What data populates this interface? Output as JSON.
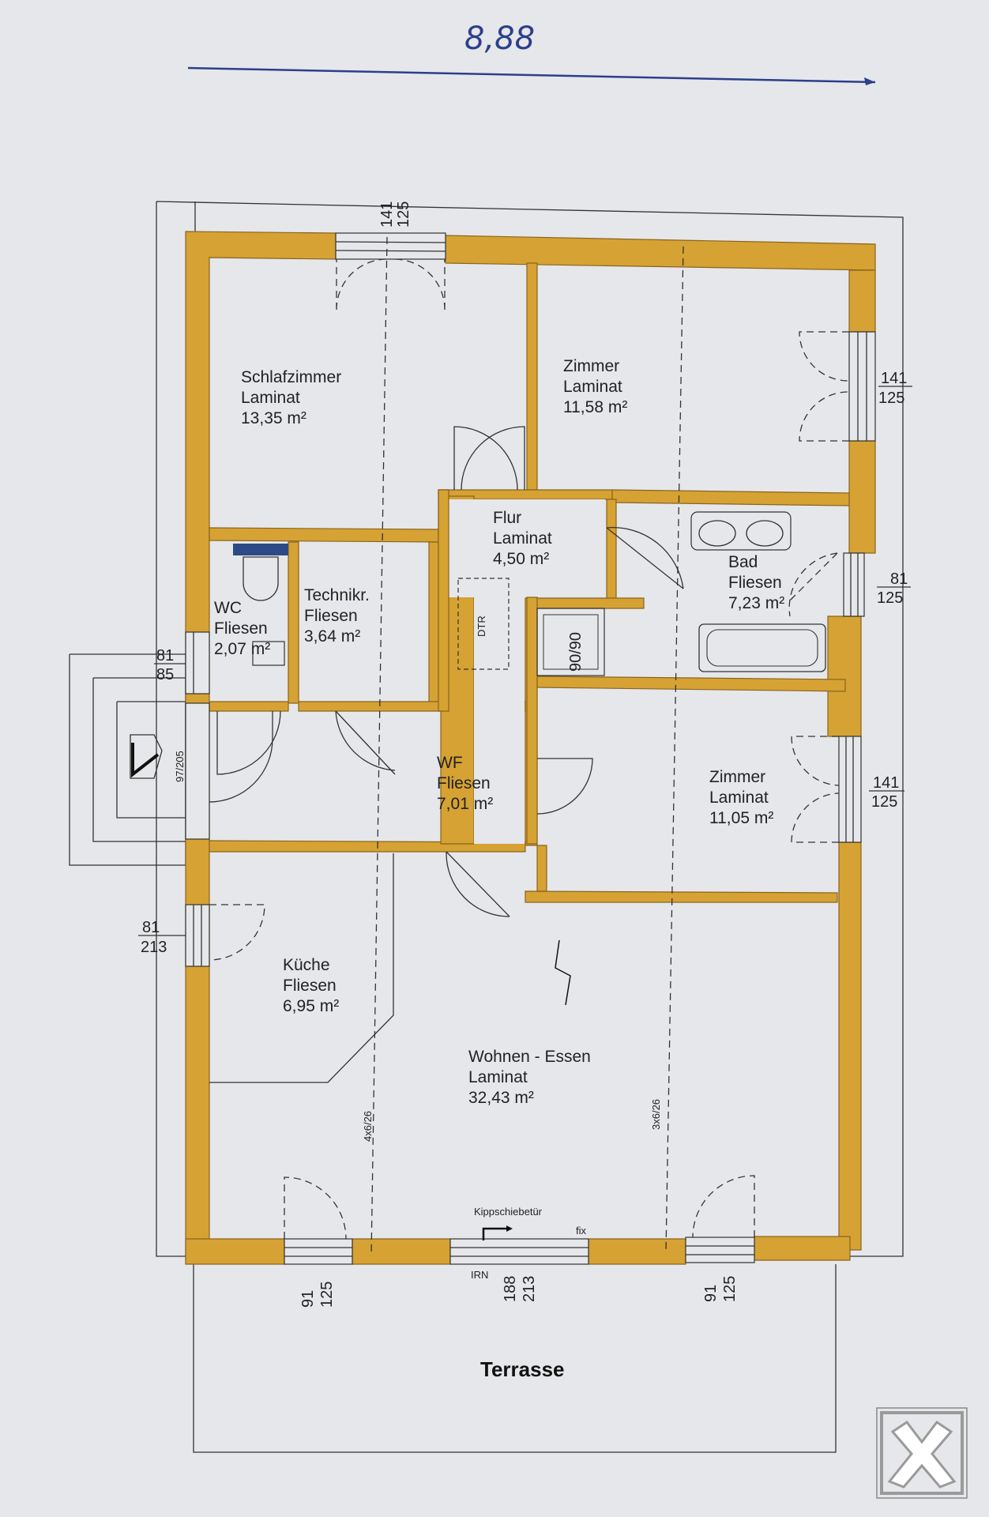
{
  "top_dimension": "8,88",
  "rooms": [
    {
      "key": "schlaf",
      "lines": [
        "Schlafzimmer",
        "Laminat",
        "13,35 m²"
      ]
    },
    {
      "key": "zimmer1",
      "lines": [
        "Zimmer",
        "Laminat",
        "11,58 m²"
      ]
    },
    {
      "key": "flur",
      "lines": [
        "Flur",
        "Laminat",
        "4,50 m²"
      ]
    },
    {
      "key": "bad",
      "lines": [
        "Bad",
        "Fliesen",
        "7,23 m²"
      ]
    },
    {
      "key": "wc",
      "lines": [
        "WC",
        "Fliesen",
        "2,07 m²"
      ]
    },
    {
      "key": "technik",
      "lines": [
        "Technikr.",
        "Fliesen",
        "3,64 m²"
      ]
    },
    {
      "key": "wf",
      "lines": [
        "WF",
        "Fliesen",
        "7,01 m²"
      ]
    },
    {
      "key": "zimmer2",
      "lines": [
        "Zimmer",
        "Laminat",
        "11,05 m²"
      ]
    },
    {
      "key": "kueche",
      "lines": [
        "Küche",
        "Fliesen",
        "6,95 m²"
      ]
    },
    {
      "key": "wohnen",
      "lines": [
        "Wohnen - Essen",
        "Laminat",
        "32,43 m²"
      ]
    }
  ],
  "openings": {
    "top_window": [
      "141",
      "125"
    ],
    "right_upper": [
      "141",
      "125"
    ],
    "right_bad": [
      "81",
      "125"
    ],
    "right_lower": [
      "141",
      "125"
    ],
    "left_wc": [
      "81",
      "85"
    ],
    "left_entry": "97/205",
    "left_kitchen": [
      "81",
      "213"
    ],
    "bottom_left": [
      "91",
      "125"
    ],
    "bottom_mid": [
      "188",
      "213"
    ],
    "bottom_right": [
      "91",
      "125"
    ]
  },
  "labels": {
    "dtr": "DTR",
    "shower": "90/90",
    "beam_left": "4x6/26",
    "beam_right": "3x6/26",
    "sliding_door": "Kippschiebetür",
    "fix": "fix",
    "irn": "IRN",
    "terrace": "Terrasse"
  },
  "logo": "raiffeisen-logo",
  "colors": {
    "wall": "#d6a233",
    "background": "#e6e7ea",
    "ink": "#222222"
  }
}
